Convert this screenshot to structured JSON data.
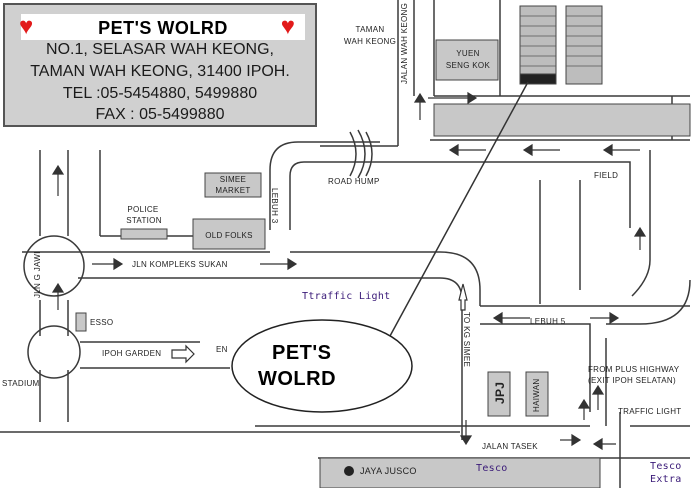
{
  "header": {
    "brand": "PET'S WOLRD",
    "address_line1": "NO.1, SELASAR WAH KEONG,",
    "address_line2": "TAMAN WAH KEONG, 31400 IPOH.",
    "tel": "TEL :05-5454880, 5499880",
    "fax": "FAX : 05-5499880",
    "heart_color": "#e21a1a",
    "heart_icon": "heart-icon"
  },
  "labels": {
    "taman_wah_keong_1": "TAMAN",
    "taman_wah_keong_2": "WAH KEONG",
    "jalan_wah_keong": "JALAN WAH KEONG",
    "yuen_seng_kok_1": "YUEN",
    "yuen_seng_kok_2": "SENG KOK",
    "simee_market_1": "SIMEE",
    "simee_market_2": "MARKET",
    "lebuh_3": "LEBUH 3",
    "road_hump": "ROAD HUMP",
    "field": "FIELD",
    "police_station_1": "POLICE",
    "police_station_2": "STATION",
    "old_folks": "OLD FOLKS",
    "jln_kompleks_sukan": "JLN KOMPLEKS SUKAN",
    "traffic_light_1": "Ttraffic Light",
    "jln_g_jawi": "JLN G JAWI",
    "esso": "ESSO",
    "ipoh_garden": "IPOH GARDEN",
    "stadium": "STADIUM",
    "to_kg_simee": "TO KG SIMEE",
    "lebuh_5": "LEBUH 5",
    "jpj": "JPJ",
    "haiwan": "HAIWAN",
    "from_plus_1": "FROM PLUS HIGHWAY",
    "from_plus_2": "(EXIT IPOH SELATAN)",
    "traffic_light_2": "TRAFFIC LIGHT",
    "jalan_tasek": "JALAN TASEK",
    "jaya_jusco": "JAYA JUSCO",
    "tesco": "Tesco",
    "tesco_extra_1": "Tesco",
    "tesco_extra_2": "Extra",
    "en": "EN"
  },
  "oval": {
    "line1": "PET'S",
    "line2": "WOLRD"
  },
  "colors": {
    "road_line": "#3a3a3a",
    "block_fill": "#c8c8c8",
    "text_purple": "#3a1a78"
  }
}
